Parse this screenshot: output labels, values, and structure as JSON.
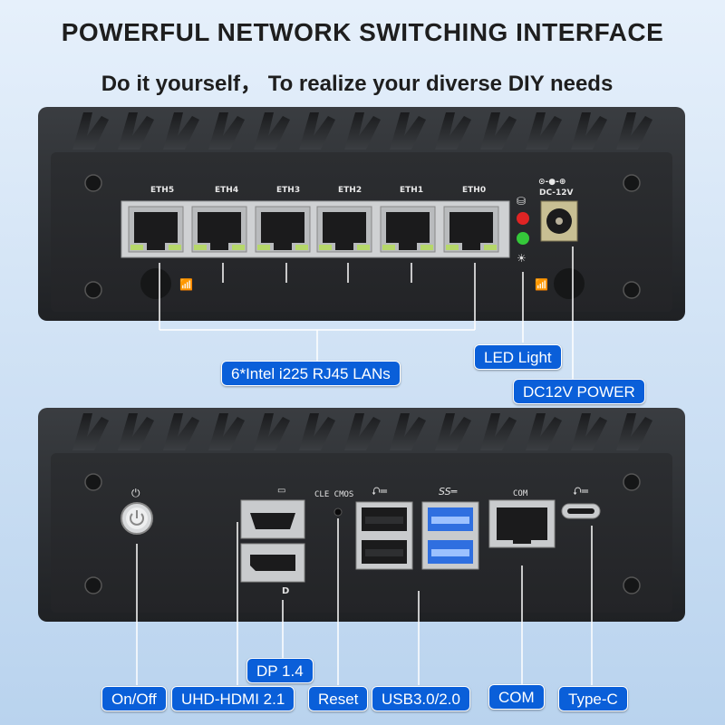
{
  "headline": "POWERFUL NETWORK SWITCHING INTERFACE",
  "tagline": "Do it yourself， To realize your diverse DIY needs",
  "front_panel": {
    "port_labels": [
      "ETH5",
      "ETH4",
      "ETH3",
      "ETH2",
      "ETH1",
      "ETH0"
    ],
    "power_label": "DC-12V"
  },
  "rear_panel": {
    "cmos_label": "CLE CMOS",
    "com_label": "COM"
  },
  "callouts": {
    "lan": "6*Intel i225 RJ45 LANs",
    "led": "LED Light",
    "power": "DC12V POWER",
    "dp": "DP 1.4",
    "onoff": "On/Off",
    "hdmi": "UHD-HDMI 2.1",
    "reset": "Reset",
    "usb": "USB3.0/2.0",
    "com": "COM",
    "typec": "Type-C"
  },
  "colors": {
    "callout_blue": "#0a5fd9",
    "chassis": "#2b2d30",
    "usb3_blue": "#2f6fe0"
  }
}
